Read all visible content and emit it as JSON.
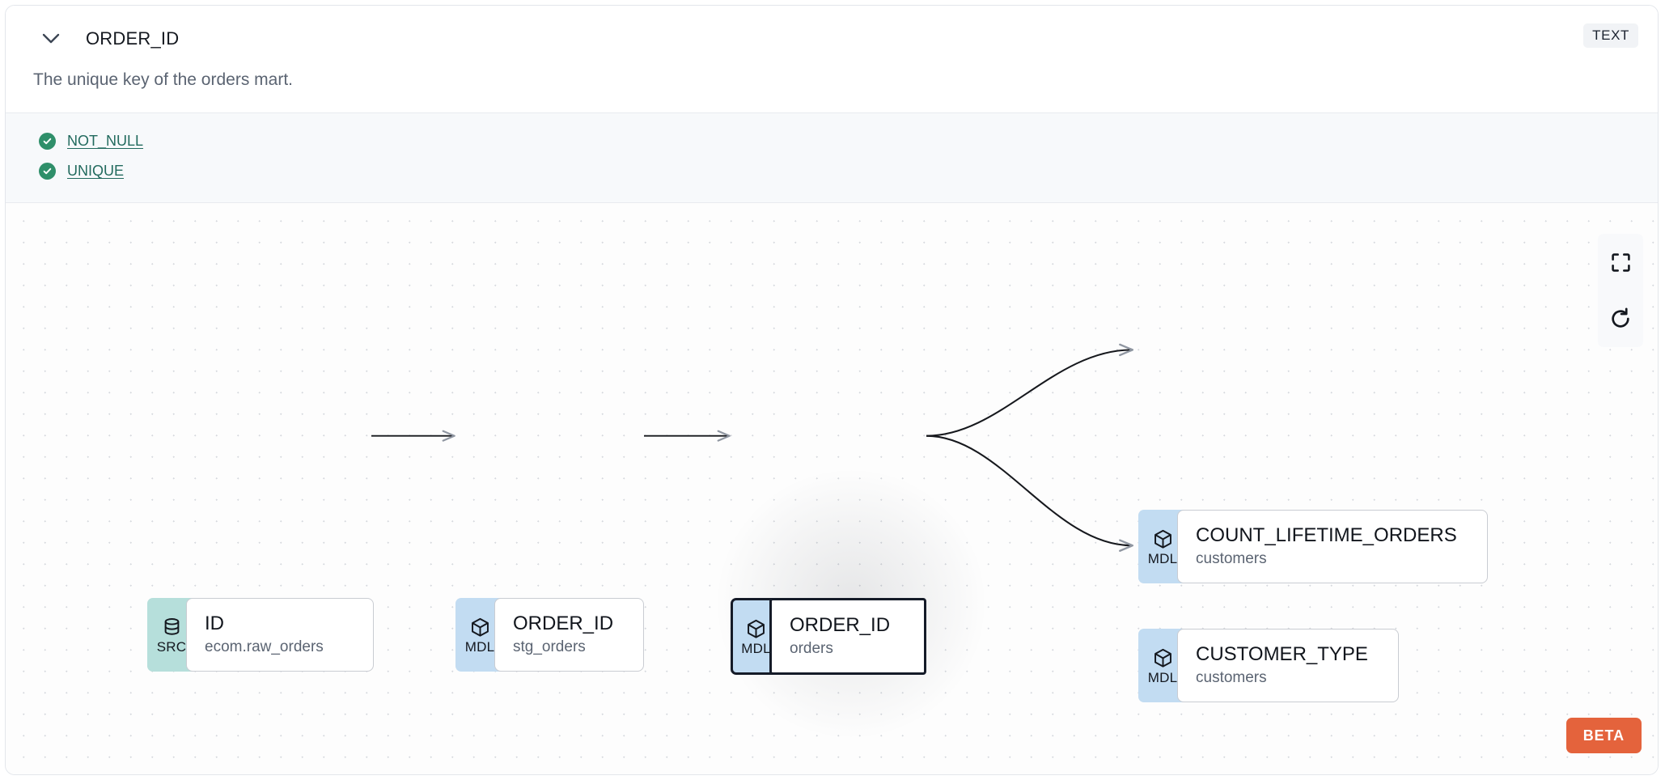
{
  "header": {
    "chevron_icon": "chevron-down-icon",
    "title": "ORDER_ID",
    "description": "The unique key of the orders mart.",
    "type_badge": "TEXT"
  },
  "tests": {
    "items": [
      {
        "icon": "check-circle-icon",
        "label": "NOT_NULL",
        "status": "passed"
      },
      {
        "icon": "check-circle-icon",
        "label": "UNIQUE",
        "status": "passed"
      }
    ]
  },
  "lineage": {
    "nodes": [
      {
        "id": "src-id",
        "badge": "SRC",
        "badge_icon": "database-icon",
        "name": "ID",
        "sub": "ecom.raw_orders",
        "selected": false
      },
      {
        "id": "mdl-stg-orders",
        "badge": "MDL",
        "badge_icon": "cube-icon",
        "name": "ORDER_ID",
        "sub": "stg_orders",
        "selected": false
      },
      {
        "id": "mdl-orders",
        "badge": "MDL",
        "badge_icon": "cube-icon",
        "name": "ORDER_ID",
        "sub": "orders",
        "selected": true
      },
      {
        "id": "mdl-count-lifetime-orders",
        "badge": "MDL",
        "badge_icon": "cube-icon",
        "name": "COUNT_LIFETIME_ORDERS",
        "sub": "customers",
        "selected": false
      },
      {
        "id": "mdl-customer-type",
        "badge": "MDL",
        "badge_icon": "cube-icon",
        "name": "CUSTOMER_TYPE",
        "sub": "customers",
        "selected": false
      }
    ],
    "edges": [
      {
        "from": "src-id",
        "to": "mdl-stg-orders"
      },
      {
        "from": "mdl-stg-orders",
        "to": "mdl-orders"
      },
      {
        "from": "mdl-orders",
        "to": "mdl-count-lifetime-orders"
      },
      {
        "from": "mdl-orders",
        "to": "mdl-customer-type"
      }
    ],
    "controls": [
      {
        "id": "fit-view",
        "icon": "fit-view-icon"
      },
      {
        "id": "reset",
        "icon": "refresh-icon"
      }
    ],
    "beta_label": "BETA"
  },
  "colors": {
    "src_badge": "#b6dfdb",
    "mdl_badge": "#c2dcf2",
    "test_pass": "#2f8f6a",
    "test_link": "#226a5e",
    "beta": "#e4633c",
    "selected_outline": "#151b28"
  }
}
